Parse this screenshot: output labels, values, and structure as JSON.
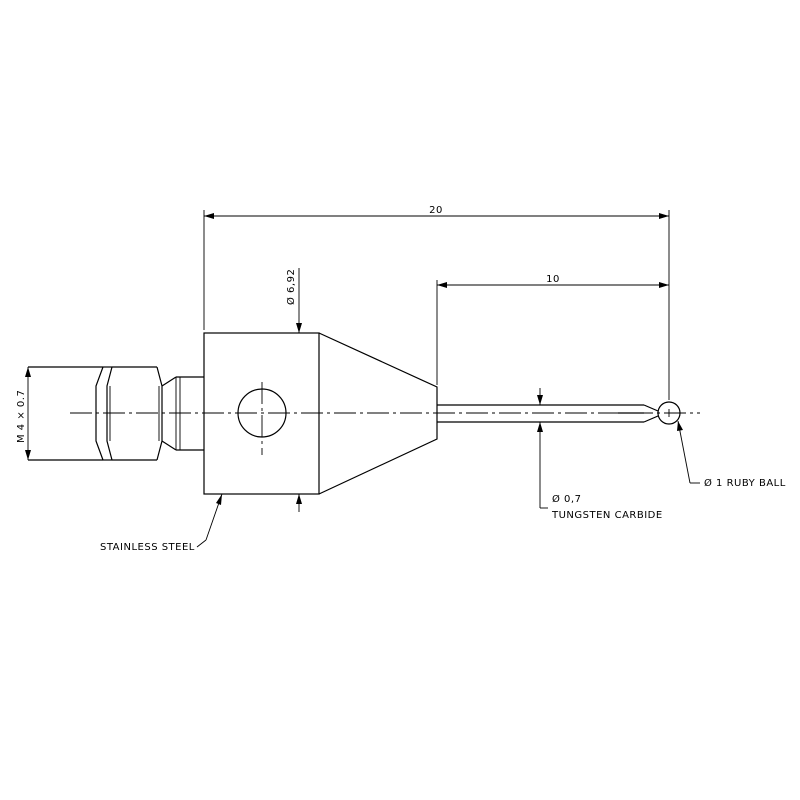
{
  "dimensions": {
    "overall_length": "20",
    "stem_length": "10",
    "body_diameter": "Ø 6,92",
    "thread": "M 4 × 0.7",
    "stem_diameter": "Ø 0,7",
    "ball_diameter": "Ø 1 RUBY BALL"
  },
  "materials": {
    "body": "STAINLESS STEEL",
    "stem": "TUNGSTEN CARBIDE"
  },
  "colors": {
    "line": "#000000",
    "background": "#ffffff"
  }
}
